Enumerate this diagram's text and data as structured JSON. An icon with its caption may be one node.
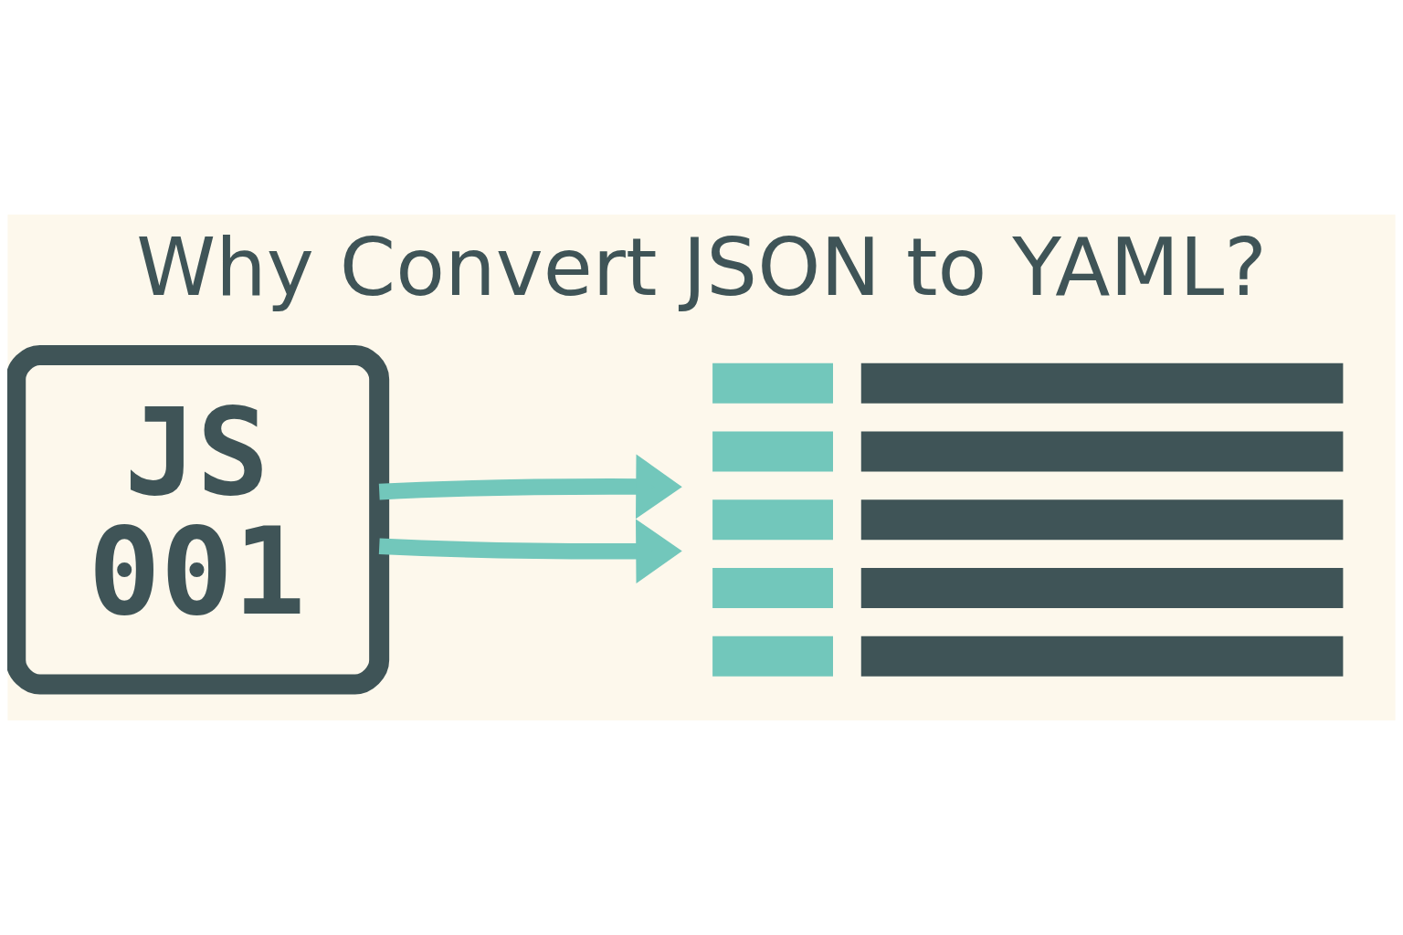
{
  "diagram": {
    "title": "Why Convert JSON to YAML?",
    "nodes": [
      {
        "text": [
          "JS",
          "001"
        ]
      },
      {
        "text": [],
        "shape": "picture"
      }
    ],
    "edges": [
      {
        "from": 0,
        "to": 1,
        "arrow": "to"
      },
      {
        "from": 0,
        "to": 1,
        "arrow": "to"
      }
    ]
  }
}
